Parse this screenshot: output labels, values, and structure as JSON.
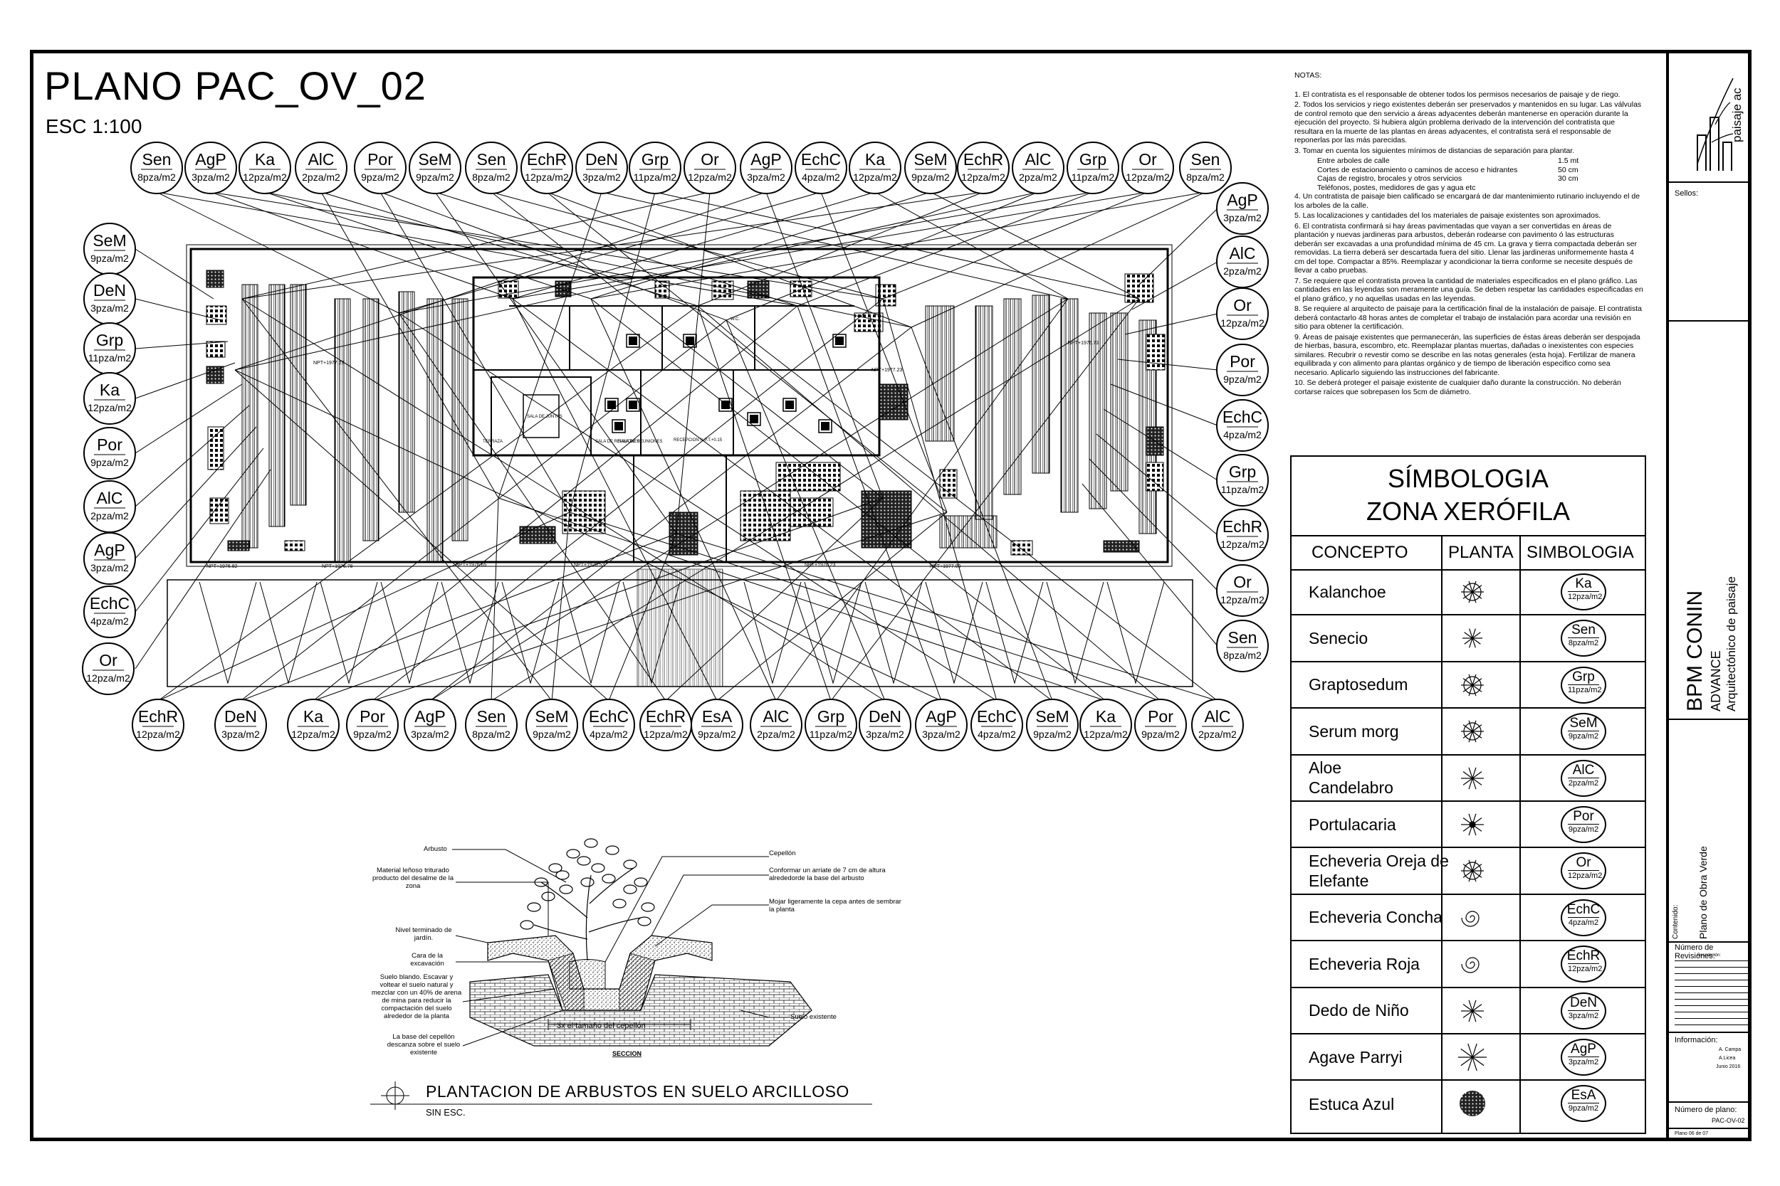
{
  "sheet": {
    "title": "PLANO PAC_OV_02",
    "scale": "ESC 1:100"
  },
  "tags": {
    "top": [
      {
        "code": "Sen",
        "qty": "8pza/m2"
      },
      {
        "code": "AgP",
        "qty": "3pza/m2"
      },
      {
        "code": "Ka",
        "qty": "12pza/m2"
      },
      {
        "code": "AlC",
        "qty": "2pza/m2"
      },
      {
        "code": "Por",
        "qty": "9pza/m2"
      },
      {
        "code": "SeM",
        "qty": "9pza/m2"
      },
      {
        "code": "Sen",
        "qty": "8pza/m2"
      },
      {
        "code": "EchR",
        "qty": "12pza/m2"
      },
      {
        "code": "DeN",
        "qty": "3pza/m2"
      },
      {
        "code": "Grp",
        "qty": "11pza/m2"
      },
      {
        "code": "Or",
        "qty": "12pza/m2"
      },
      {
        "code": "AgP",
        "qty": "3pza/m2"
      },
      {
        "code": "EchC",
        "qty": "4pza/m2"
      },
      {
        "code": "Ka",
        "qty": "12pza/m2"
      },
      {
        "code": "SeM",
        "qty": "9pza/m2"
      },
      {
        "code": "EchR",
        "qty": "12pza/m2"
      },
      {
        "code": "AlC",
        "qty": "2pza/m2"
      },
      {
        "code": "Grp",
        "qty": "11pza/m2"
      },
      {
        "code": "Or",
        "qty": "12pza/m2"
      },
      {
        "code": "Sen",
        "qty": "8pza/m2"
      }
    ],
    "left": [
      {
        "code": "SeM",
        "qty": "9pza/m2"
      },
      {
        "code": "DeN",
        "qty": "3pza/m2"
      },
      {
        "code": "Grp",
        "qty": "11pza/m2"
      },
      {
        "code": "Ka",
        "qty": "12pza/m2"
      },
      {
        "code": "Por",
        "qty": "9pza/m2"
      },
      {
        "code": "AlC",
        "qty": "2pza/m2"
      },
      {
        "code": "AgP",
        "qty": "3pza/m2"
      },
      {
        "code": "EchC",
        "qty": "4pza/m2"
      },
      {
        "code": "Or",
        "qty": "12pza/m2"
      }
    ],
    "right": [
      {
        "code": "AgP",
        "qty": "3pza/m2"
      },
      {
        "code": "AlC",
        "qty": "2pza/m2"
      },
      {
        "code": "Or",
        "qty": "12pza/m2"
      },
      {
        "code": "Por",
        "qty": "9pza/m2"
      },
      {
        "code": "EchC",
        "qty": "4pza/m2"
      },
      {
        "code": "Grp",
        "qty": "11pza/m2"
      },
      {
        "code": "EchR",
        "qty": "12pza/m2"
      },
      {
        "code": "Or",
        "qty": "12pza/m2"
      },
      {
        "code": "Sen",
        "qty": "8pza/m2"
      }
    ],
    "bottom": [
      {
        "code": "EchR",
        "qty": "12pza/m2"
      },
      {
        "code": "DeN",
        "qty": "3pza/m2"
      },
      {
        "code": "Ka",
        "qty": "12pza/m2"
      },
      {
        "code": "Por",
        "qty": "9pza/m2"
      },
      {
        "code": "AgP",
        "qty": "3pza/m2"
      },
      {
        "code": "Sen",
        "qty": "8pza/m2"
      },
      {
        "code": "SeM",
        "qty": "9pza/m2"
      },
      {
        "code": "EchC",
        "qty": "4pza/m2"
      },
      {
        "code": "EchR",
        "qty": "12pza/m2"
      },
      {
        "code": "EsA",
        "qty": "9pza/m2"
      },
      {
        "code": "AlC",
        "qty": "2pza/m2"
      },
      {
        "code": "Grp",
        "qty": "11pza/m2"
      },
      {
        "code": "DeN",
        "qty": "3pza/m2"
      },
      {
        "code": "AgP",
        "qty": "3pza/m2"
      },
      {
        "code": "EchC",
        "qty": "4pza/m2"
      },
      {
        "code": "SeM",
        "qty": "9pza/m2"
      },
      {
        "code": "Ka",
        "qty": "12pza/m2"
      },
      {
        "code": "Por",
        "qty": "9pza/m2"
      },
      {
        "code": "AlC",
        "qty": "2pza/m2"
      }
    ]
  },
  "plan_labels": {
    "npt": [
      "NPT+1977.23",
      "NPT+1977.23",
      "NPT+1976.73",
      "NPT+1976.82",
      "NPT+1976.78",
      "NPT+1976.65",
      "NPT+1976.53",
      "NPT+1976.23",
      "NPT+1977.09"
    ],
    "rooms": [
      "TERRAZA",
      "SALA DE JUNTAS",
      "SALA DE REUNIONES",
      "SALA DE REUNIONES",
      "RECEPCION N.P.T.+0.15",
      "W.C."
    ]
  },
  "notes": {
    "heading": "NOTAS:",
    "items": [
      "1. El contratista es el responsable de obtener todos los permisos necesarios de paisaje y de riego.",
      "2. Todos los servicios y riego existentes deberán ser preservados y mantenidos en su lugar. Las válvulas de control remoto que den servicio a áreas adyacentes deberán mantenerse en operación durante la ejecución del proyecto. Si hubiera algún problema derivado de la intervención del contratista que resultara en la muerte de las plantas en áreas adyacentes, el contratista será el responsable de reponerlas por las más parecidas.",
      "3. Tomar en cuenta los siguientes mínimos de distancias de separación para plantar."
    ],
    "distances": [
      {
        "label": "Entre arboles de calle",
        "value": "1.5 mt"
      },
      {
        "label": "Cortes de estacionamiento o caminos de acceso e hidrantes",
        "value": "50 cm"
      },
      {
        "label": "Cajas de registro, brocales y otros servicios",
        "value": "30 cm"
      },
      {
        "label": "Teléfonos, postes, medidores de gas y agua  etc",
        "value": ""
      }
    ],
    "items2": [
      "4. Un contratista de paisaje bien calificado se encargará de dar mantenimiento rutinario incluyendo el de los arboles de la calle.",
      "5. Las localizaciones y cantidades del los materiales de paisaje existentes son aproximados.",
      "6. El contratista confirmará si hay áreas pavimentadas que vayan a ser convertidas en áreas de plantación y nuevas jardineras para arbustos, deberán rodearse con pavimento ó las estructuras deberán ser excavadas a una profundidad mínima de 45 cm. La grava y tierra compactada deberán ser removidas. La tierra deberá ser descartada fuera del sitio. Llenar las jardineras uniformemente hasta 4 cm del tope. Compactar a 85%. Reemplazar y acondicionar la tierra conforme se necesite después de llevar a cabo pruebas.",
      "7. Se requiere que el contratista provea la cantidad de materiales especificados en el plano gráfico. Las cantidades en las leyendas son meramente una guía. Se deben respetar las cantidades especificadas en el plano gráfico, y no aquellas usadas en las leyendas.",
      "8. Se requiere al arquitecto de paisaje para la certificación final de la instalación de paisaje. El contratista deberá contactarlo 48 horas antes de completar el trabajo de instalación para acordar una revisión en sitio para obtener la certificación.",
      "9. Áreas de paisaje existentes que permanecerán, las superficies de éstas áreas deberán ser despojada de hierbas, basura, escombro, etc. Reemplazar plantas muertas, dañadas o inexistentes con especies similares. Recubrir o revestir como se describe en las notas generales (esta hoja). Fertilizar de manera equilibrada y con alimento para plantas orgánico y de tiempo de liberación especifico como sea necesario. Aplicarlo siguiendo las instrucciones del fabricante.",
      "10. Se deberá proteger el paisaje existente de cualquier daño durante la construcción. No deberán cortarse raíces que sobrepasen los 5cm de diámetro."
    ]
  },
  "legend": {
    "title1": "SÍMBOLOGIA",
    "title2": "ZONA XERÓFILA",
    "col_concept": "CONCEPTO",
    "col_plant": "PLANTA",
    "col_symbol": "SIMBOLOGIA",
    "rows": [
      {
        "name": "Kalanchoe",
        "code": "Ka",
        "qty": "12pza/m2",
        "icon": "kalanchoe-icon"
      },
      {
        "name": "Senecio",
        "code": "Sen",
        "qty": "8pza/m2",
        "icon": "senecio-icon"
      },
      {
        "name": "Graptosedum",
        "code": "Grp",
        "qty": "11pza/m2",
        "icon": "graptosedum-icon"
      },
      {
        "name": "Serum morg",
        "code": "SeM",
        "qty": "9pza/m2",
        "icon": "serum-morg-icon"
      },
      {
        "name": "Aloe\nCandelabro",
        "code": "AlC",
        "qty": "2pza/m2",
        "icon": "aloe-icon"
      },
      {
        "name": "Portulacaria",
        "code": "Por",
        "qty": "9pza/m2",
        "icon": "portulacaria-icon"
      },
      {
        "name": "Echeveria Oreja de Elefante",
        "code": "Or",
        "qty": "12pza/m2",
        "icon": "echeveria-oreja-icon"
      },
      {
        "name": "Echeveria Concha",
        "code": "EchC",
        "qty": "4pza/m2",
        "icon": "echeveria-concha-icon"
      },
      {
        "name": "Echeveria Roja",
        "code": "EchR",
        "qty": "12pza/m2",
        "icon": "echeveria-roja-icon"
      },
      {
        "name": "Dedo de Niño",
        "code": "DeN",
        "qty": "3pza/m2",
        "icon": "dedo-nino-icon"
      },
      {
        "name": "Agave Parryi",
        "code": "AgP",
        "qty": "3pza/m2",
        "icon": "agave-icon"
      },
      {
        "name": "Estuca Azul",
        "code": "EsA",
        "qty": "9pza/m2",
        "icon": "estuca-icon"
      }
    ]
  },
  "detail": {
    "title": "PLANTACION DE ARBUSTOS EN SUELO ARCILLOSO",
    "scale": "SIN ESC.",
    "section": "SECCION",
    "width_label": "3x el tamaño del cepellón",
    "left_labels": [
      "Arbusto",
      "Material leñoso triturado producto del desalme de la zona",
      "Nivel terminado de jardín.",
      "Cara de la excavación",
      "Suelo blando. Escavar y voltear el suelo natural y mezclar con un 40% de arena de mina para reducir la compactación del suelo alrededor de la planta",
      "La base del cepellón descanza sobre el suelo existente"
    ],
    "right_labels": [
      "Cepellón",
      "Conformar un arriate de 7 cm de altura alrededorde la base del arbusto",
      "Mojar ligeramente la cepa antes de sembrar la planta",
      "Suelo existente"
    ]
  },
  "title_block": {
    "brand": "paisaje ac",
    "sellos": "Sellos:",
    "project": "BPM CONIN",
    "client": "ADVANCE",
    "firm": "Arquitectónico de paisaje",
    "contenido_label": "Contenido:",
    "contenido": "Plano de Obra Verde",
    "revisions_label": "Número de Revisiones:",
    "revisions_sub": "Descripción:",
    "info_label": "Información:",
    "info": [
      "A. Campa",
      "A.Licea",
      "Junio 2016"
    ],
    "plan_number_label": "Número de plano:",
    "plan_number": "PAC-OV-02",
    "sheet_of": "Plano   06   de   07"
  }
}
